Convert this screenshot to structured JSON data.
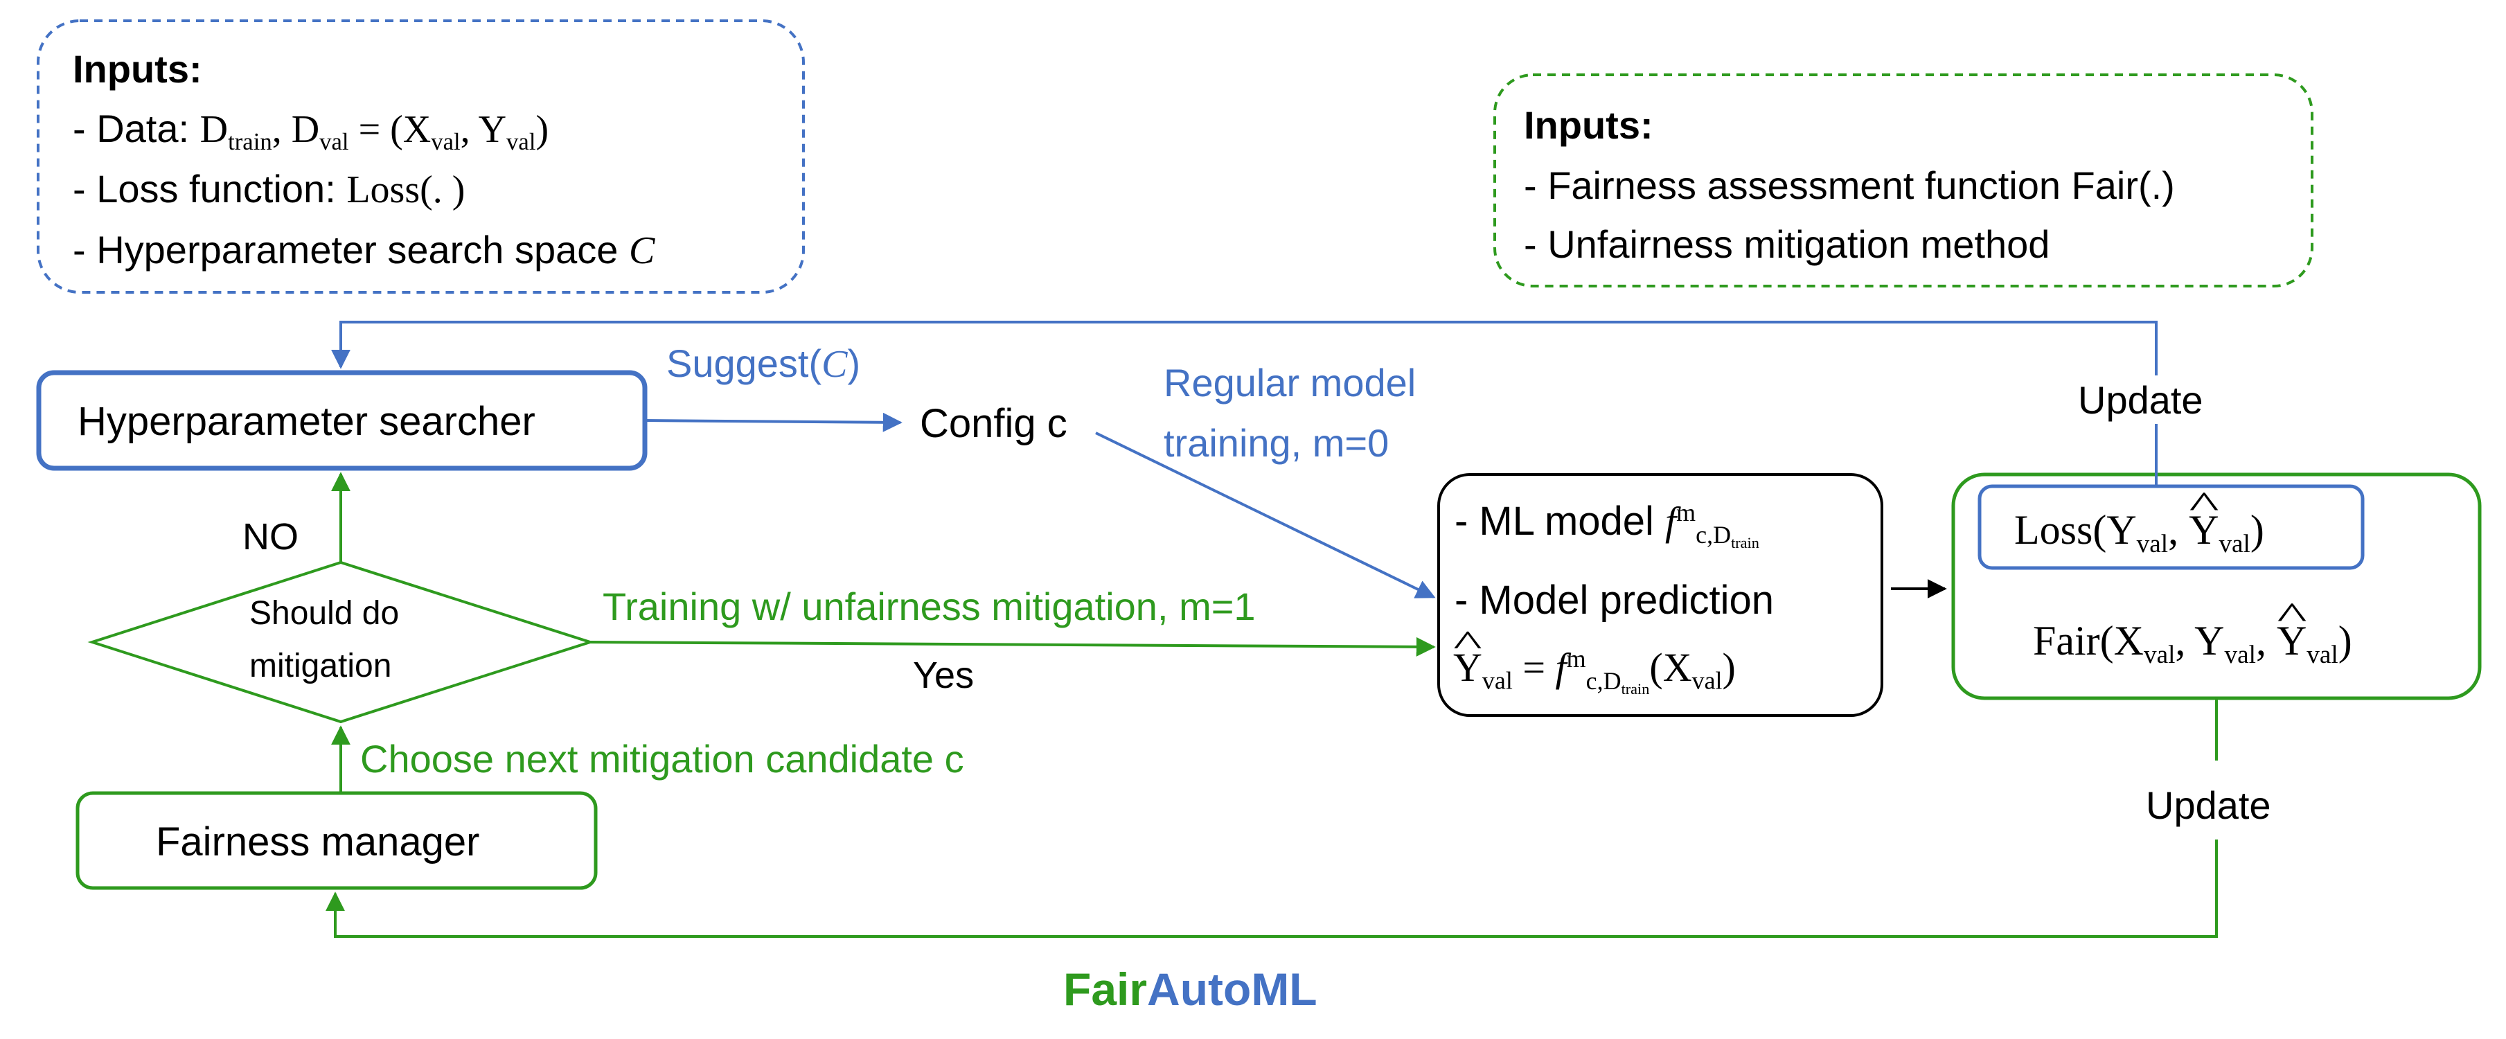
{
  "inputs_left": {
    "title": "Inputs:",
    "data_prefix": "- Data: ",
    "data_formula_a": "D",
    "data_formula_a_sub": "train",
    "data_formula_b": ", D",
    "data_formula_b_sub": "val",
    "data_formula_c": " = (X",
    "data_formula_c_sub": "val",
    "data_formula_d": ", Y",
    "data_formula_d_sub": "val",
    "data_formula_e": ")",
    "loss_prefix": "- Loss function: ",
    "loss_formula": "Loss(. )",
    "search_prefix": "- Hyperparameter search space ",
    "search_symbol": "C"
  },
  "inputs_right": {
    "title": "Inputs:",
    "line1": "- Fairness assessment function Fair(.)",
    "line2": "- Unfairness mitigation method"
  },
  "nodes": {
    "hyperparameter_searcher": "Hyperparameter searcher",
    "config": "Config c",
    "decision_line1": "Should do",
    "decision_line2": "mitigation",
    "fairness_manager": "Fairness manager"
  },
  "model_box": {
    "line1_prefix": "- ML model ",
    "f": "f",
    "f_sup": "m",
    "f_sub": "c,D",
    "f_subsub": "train",
    "line2": "- Model prediction",
    "yhat": "Y",
    "yhat_sub": "val",
    "equals": " = ",
    "call": "(X",
    "call_sub": "val",
    "call_end": ")"
  },
  "eval_box": {
    "loss_a": "Loss(Y",
    "loss_a_sub": "val",
    "loss_b": ", ",
    "loss_yhat": "Y",
    "loss_yhat_sub": "val",
    "loss_c": ")",
    "fair_a": "Fair(X",
    "fair_a_sub": "val",
    "fair_b": ", Y",
    "fair_b_sub": "val",
    "fair_c": ", ",
    "fair_yhat": "Y",
    "fair_yhat_sub": "val",
    "fair_d": ")"
  },
  "edge_labels": {
    "suggest_a": "Suggest(",
    "suggest_symbol": "C",
    "suggest_b": ")",
    "regular_line1": "Regular model",
    "regular_line2": "training, m=0",
    "mitigation_training": "Training w/ unfairness mitigation, m=1",
    "yes": "Yes",
    "no": "NO",
    "choose_next": "Choose next mitigation candidate c",
    "update_top": "Update",
    "update_bottom": "Update"
  },
  "brand": {
    "part1": "Fair",
    "part2": "AutoML"
  },
  "colors": {
    "blue": "#4472c4",
    "green": "#2e9a1e",
    "black": "#000000"
  }
}
